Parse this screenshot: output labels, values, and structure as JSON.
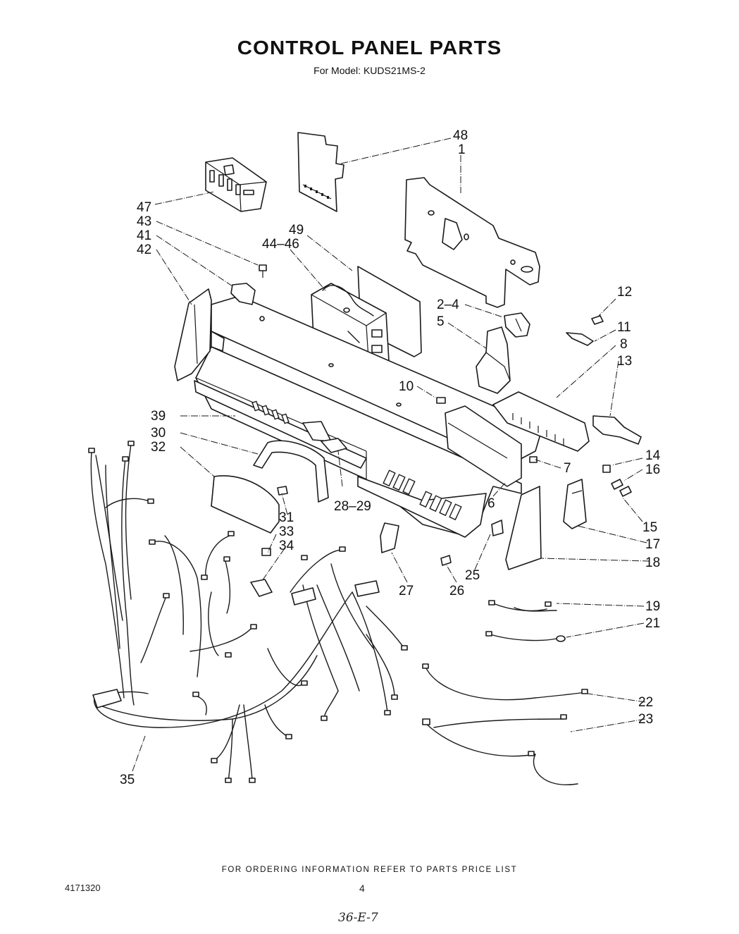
{
  "header": {
    "title": "CONTROL PANEL PARTS",
    "subtitle": "For Model: KUDS21MS-2"
  },
  "callouts": [
    {
      "id": "48",
      "label": "48"
    },
    {
      "id": "1",
      "label": "1"
    },
    {
      "id": "47",
      "label": "47"
    },
    {
      "id": "43",
      "label": "43"
    },
    {
      "id": "41",
      "label": "41"
    },
    {
      "id": "42",
      "label": "42"
    },
    {
      "id": "49",
      "label": "49"
    },
    {
      "id": "44-46",
      "label": "44–46"
    },
    {
      "id": "2-4",
      "label": "2–4"
    },
    {
      "id": "5",
      "label": "5"
    },
    {
      "id": "12",
      "label": "12"
    },
    {
      "id": "11",
      "label": "11"
    },
    {
      "id": "8",
      "label": "8"
    },
    {
      "id": "13",
      "label": "13"
    },
    {
      "id": "10",
      "label": "10"
    },
    {
      "id": "39",
      "label": "39"
    },
    {
      "id": "30",
      "label": "30"
    },
    {
      "id": "32",
      "label": "32"
    },
    {
      "id": "14",
      "label": "14"
    },
    {
      "id": "16",
      "label": "16"
    },
    {
      "id": "7",
      "label": "7"
    },
    {
      "id": "6",
      "label": "6"
    },
    {
      "id": "31",
      "label": "31"
    },
    {
      "id": "28-29",
      "label": "28–29"
    },
    {
      "id": "33",
      "label": "33"
    },
    {
      "id": "34",
      "label": "34"
    },
    {
      "id": "15",
      "label": "15"
    },
    {
      "id": "17",
      "label": "17"
    },
    {
      "id": "18",
      "label": "18"
    },
    {
      "id": "25",
      "label": "25"
    },
    {
      "id": "26",
      "label": "26"
    },
    {
      "id": "27",
      "label": "27"
    },
    {
      "id": "19",
      "label": "19"
    },
    {
      "id": "21",
      "label": "21"
    },
    {
      "id": "22",
      "label": "22"
    },
    {
      "id": "23",
      "label": "23"
    },
    {
      "id": "35",
      "label": "35"
    }
  ],
  "footer": {
    "ordering_note": "FOR ORDERING INFORMATION REFER TO PARTS PRICE LIST",
    "doc_number": "4171320",
    "page_number": "4",
    "handwritten_code": "36-E-7"
  }
}
